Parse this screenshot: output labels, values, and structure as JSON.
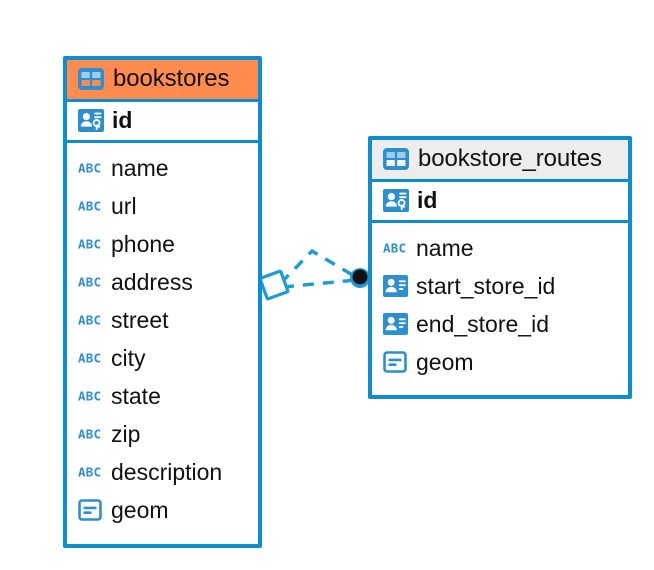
{
  "diagram": {
    "type": "entity-relationship-diagram",
    "background_color": "#ffffff",
    "accent_color": "#0d8ecf",
    "highlight_color": "#ff8b4f",
    "neutral_header_color": "#ededed",
    "icon_color": "#2b8fd1"
  },
  "entities": [
    {
      "name": "bookstores",
      "header_style": "accent",
      "primary_key": {
        "label": "id",
        "icon": "primary-key-icon"
      },
      "fields": [
        {
          "label": "name",
          "icon": "abc-text-icon"
        },
        {
          "label": "url",
          "icon": "abc-text-icon"
        },
        {
          "label": "phone",
          "icon": "abc-text-icon"
        },
        {
          "label": "address",
          "icon": "abc-text-icon"
        },
        {
          "label": "street",
          "icon": "abc-text-icon"
        },
        {
          "label": "city",
          "icon": "abc-text-icon"
        },
        {
          "label": "state",
          "icon": "abc-text-icon"
        },
        {
          "label": "zip",
          "icon": "abc-text-icon"
        },
        {
          "label": "description",
          "icon": "abc-text-icon"
        },
        {
          "label": "geom",
          "icon": "geometry-icon"
        }
      ]
    },
    {
      "name": "bookstore_routes",
      "header_style": "neutral",
      "primary_key": {
        "label": "id",
        "icon": "primary-key-icon"
      },
      "fields": [
        {
          "label": "name",
          "icon": "abc-text-icon"
        },
        {
          "label": "start_store_id",
          "icon": "foreign-key-icon"
        },
        {
          "label": "end_store_id",
          "icon": "foreign-key-icon"
        },
        {
          "label": "geom",
          "icon": "geometry-icon"
        }
      ]
    }
  ],
  "relationships": [
    {
      "from_entity": "bookstores",
      "to_entity": "bookstore_routes",
      "line_style": "dashed",
      "source_marker": "diamond-outline",
      "target_marker": "filled-circle",
      "branches": 2
    }
  ]
}
